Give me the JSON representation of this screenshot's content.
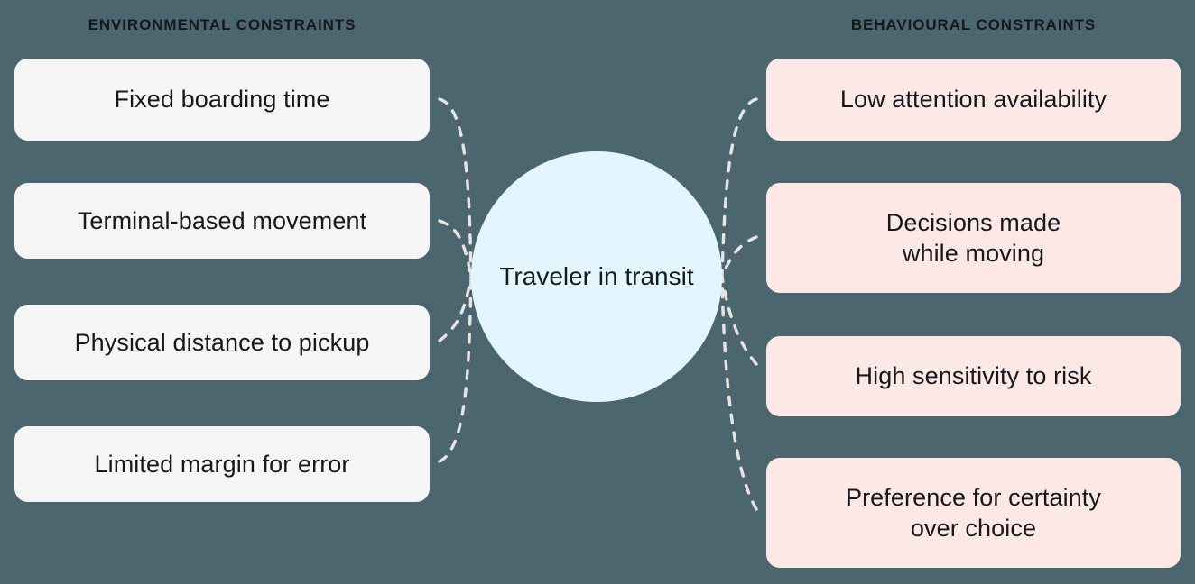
{
  "colors": {
    "background": "#4c6670",
    "left_card_fill": "#f5f5f6",
    "right_card_fill": "#fce9e6",
    "hub_fill": "#e4f6fd",
    "text": "#16191c",
    "connector": "#e8e4e1"
  },
  "headers": {
    "left": "ENVIRONMENTAL CONSTRAINTS",
    "right": "BEHAVIOURAL CONSTRAINTS"
  },
  "hub": {
    "line1": "Traveler",
    "line2": "in transit"
  },
  "left_cards": [
    {
      "line1": "Fixed boarding time",
      "line2": ""
    },
    {
      "line1": "Terminal-based movement",
      "line2": ""
    },
    {
      "line1": "Physical distance to pickup",
      "line2": ""
    },
    {
      "line1": "Limited margin for error",
      "line2": ""
    }
  ],
  "right_cards": [
    {
      "line1": "Low attention availability",
      "line2": ""
    },
    {
      "line1": "Decisions made",
      "line2": "while moving"
    },
    {
      "line1": "High sensitivity to risk",
      "line2": ""
    },
    {
      "line1": "Preference for certainty",
      "line2": "over choice"
    }
  ]
}
